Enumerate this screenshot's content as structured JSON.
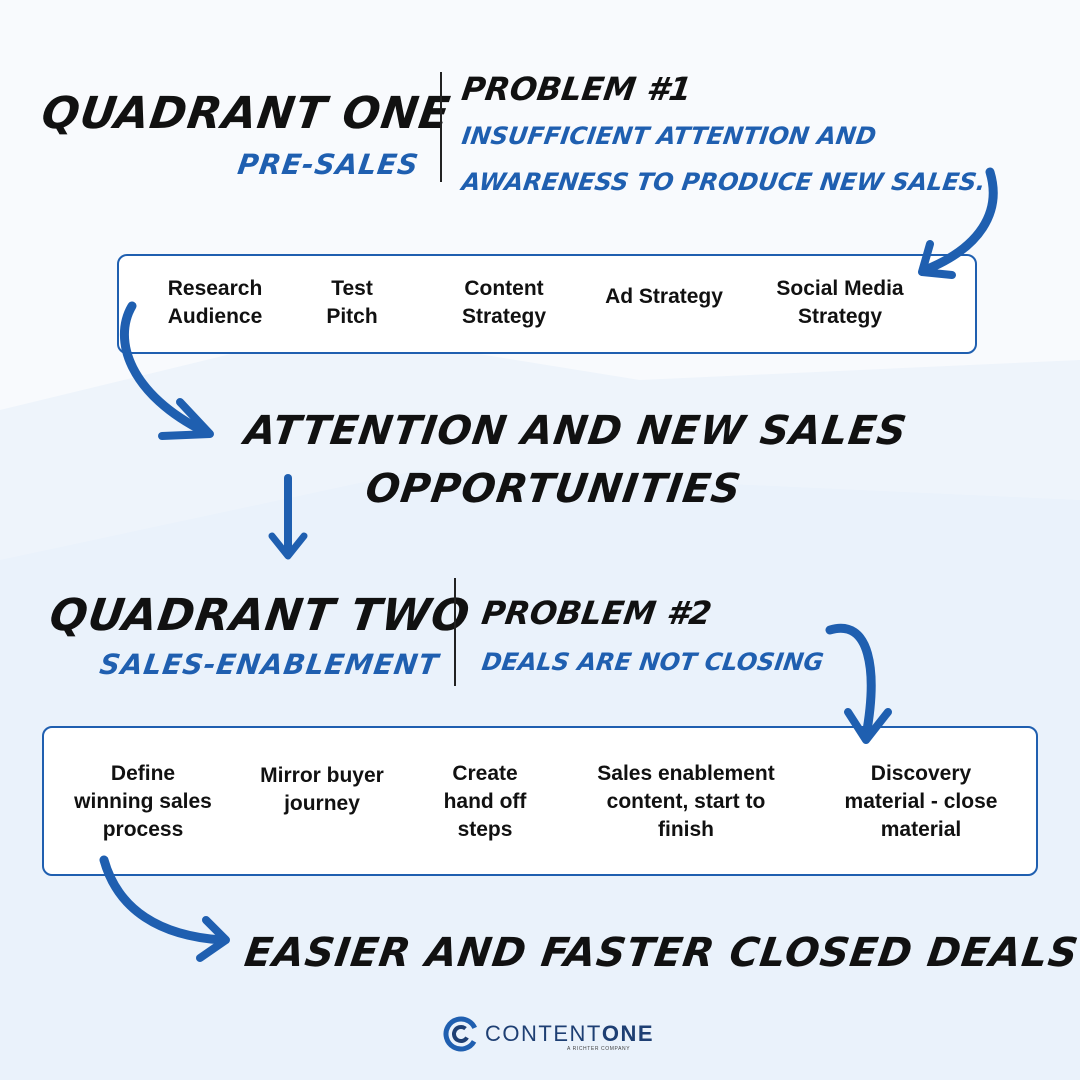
{
  "quadrant_one": {
    "title": "QUADRANT ONE",
    "subtitle": "PRE-SALES",
    "problem_title": "Problem #1",
    "problem_desc_line1": "Insufficient attention and",
    "problem_desc_line2": "awareness to produce new sales.",
    "items": [
      {
        "line1": "Research",
        "line2": "Audience"
      },
      {
        "line1": "Test",
        "line2": "Pitch"
      },
      {
        "line1": "Content",
        "line2": "Strategy"
      },
      {
        "line1": "Ad Strategy",
        "line2": ""
      },
      {
        "line1": "Social Media",
        "line2": "Strategy"
      }
    ],
    "outcome_line1": "ATTENTION AND NEW SALES",
    "outcome_line2": "OPPORTUNITIES"
  },
  "quadrant_two": {
    "title": "QUADRANT TWO",
    "subtitle": "SALES-ENABLEMENT",
    "problem_title": "Problem #2",
    "problem_desc": "Deals are not closing",
    "items": [
      {
        "line1": "Define",
        "line2": "winning sales",
        "line3": "process"
      },
      {
        "line1": "Mirror buyer",
        "line2": "journey",
        "line3": ""
      },
      {
        "line1": "Create",
        "line2": "hand off",
        "line3": "steps"
      },
      {
        "line1": "Sales enablement",
        "line2": "content, start to",
        "line3": "finish"
      },
      {
        "line1": "Discovery",
        "line2": "material - close",
        "line3": "material"
      }
    ],
    "outcome": "EASIER AND FASTER CLOSED DEALS"
  },
  "logo": {
    "brand_light": "CONTENT",
    "brand_bold": "ONE",
    "tagline": "A RICHTER COMPANY"
  },
  "colors": {
    "accent": "#1f5fb0",
    "text": "#111111",
    "background_top": "#f8fafd",
    "background_bottom": "#eaf2fb"
  }
}
